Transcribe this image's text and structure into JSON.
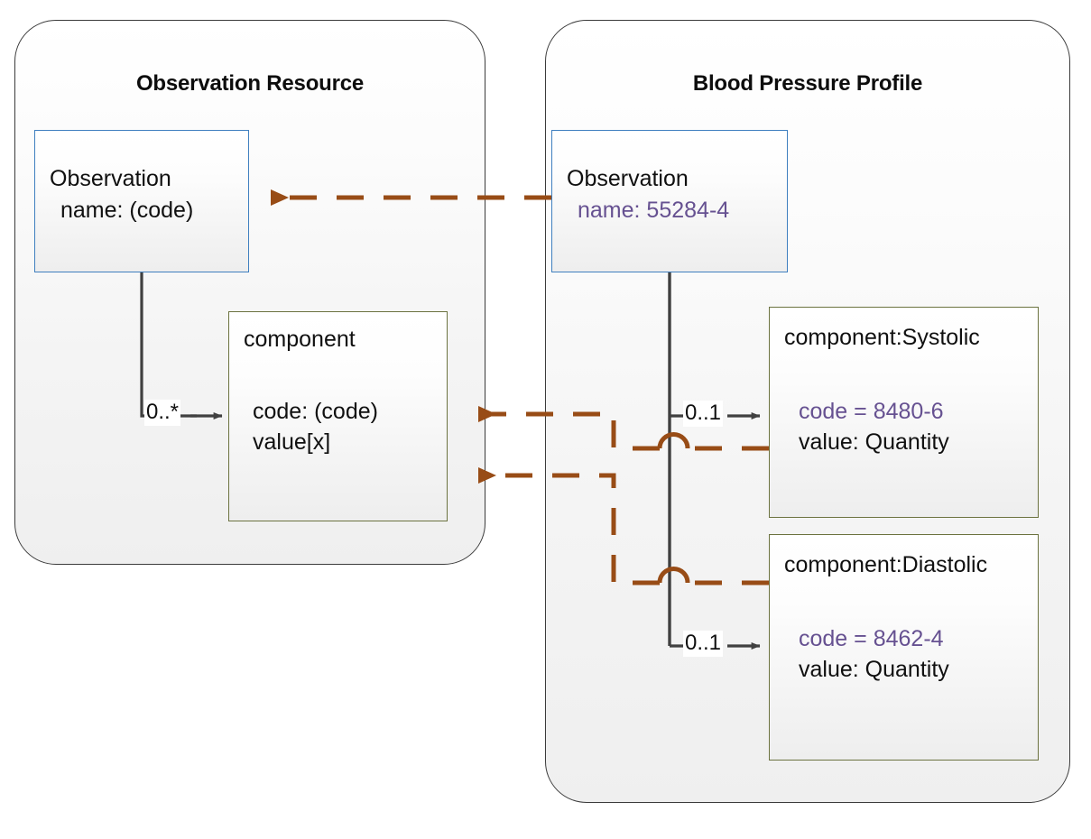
{
  "diagram": {
    "type": "uml-class-diagram",
    "colors": {
      "panel_border": "#3b3b3b",
      "resource_box_border": "#3f7fbf",
      "component_box_border": "#6c7340",
      "composition_line": "#404040",
      "constraint_arrow": "#984c16",
      "accent_text": "#665191",
      "plain_text": "#101010"
    }
  },
  "panels": [
    {
      "id": "observation-resource",
      "title": "Observation Resource"
    },
    {
      "id": "blood-pressure-profile",
      "title": "Blood Pressure Profile"
    }
  ],
  "boxes": {
    "observation_resource": {
      "title": "Observation",
      "attributes": [
        {
          "text": "name: (code)",
          "style": "plain"
        }
      ]
    },
    "component_generic": {
      "title": "component",
      "attributes": [
        {
          "text": "code: (code)",
          "style": "plain"
        },
        {
          "text": "value[x]",
          "style": "plain"
        }
      ]
    },
    "observation_profile": {
      "title": "Observation",
      "attributes": [
        {
          "text": "name: 55284-4",
          "style": "accent"
        }
      ]
    },
    "component_systolic": {
      "title": "component:Systolic",
      "attributes": [
        {
          "text": "code = 8480-6",
          "style": "accent"
        },
        {
          "text": "value: Quantity",
          "style": "plain"
        }
      ]
    },
    "component_diastolic": {
      "title": "component:Diastolic",
      "attributes": [
        {
          "text": "code = 8462-4",
          "style": "accent"
        },
        {
          "text": "value: Quantity",
          "style": "plain"
        }
      ]
    }
  },
  "multiplicities": {
    "resource_component": "0..*",
    "profile_systolic": "0..1",
    "profile_diastolic": "0..1"
  },
  "relationships": [
    {
      "name": "profile-observation-constrains-resource-observation",
      "kind": "constraint",
      "from": "observation_profile",
      "to": "observation_resource",
      "style": "dashed-arrow"
    },
    {
      "name": "systolic-constrains-component",
      "kind": "constraint",
      "from": "component_systolic",
      "to": "component_generic",
      "style": "dashed-arrow"
    },
    {
      "name": "diastolic-constrains-component",
      "kind": "constraint",
      "from": "component_diastolic",
      "to": "component_generic",
      "style": "dashed-arrow"
    },
    {
      "name": "observation-has-component",
      "kind": "composition",
      "from": "observation_resource",
      "to": "component_generic",
      "multiplicity": "0..*"
    },
    {
      "name": "profile-has-systolic",
      "kind": "composition",
      "from": "observation_profile",
      "to": "component_systolic",
      "multiplicity": "0..1"
    },
    {
      "name": "profile-has-diastolic",
      "kind": "composition",
      "from": "observation_profile",
      "to": "component_diastolic",
      "multiplicity": "0..1"
    }
  ]
}
